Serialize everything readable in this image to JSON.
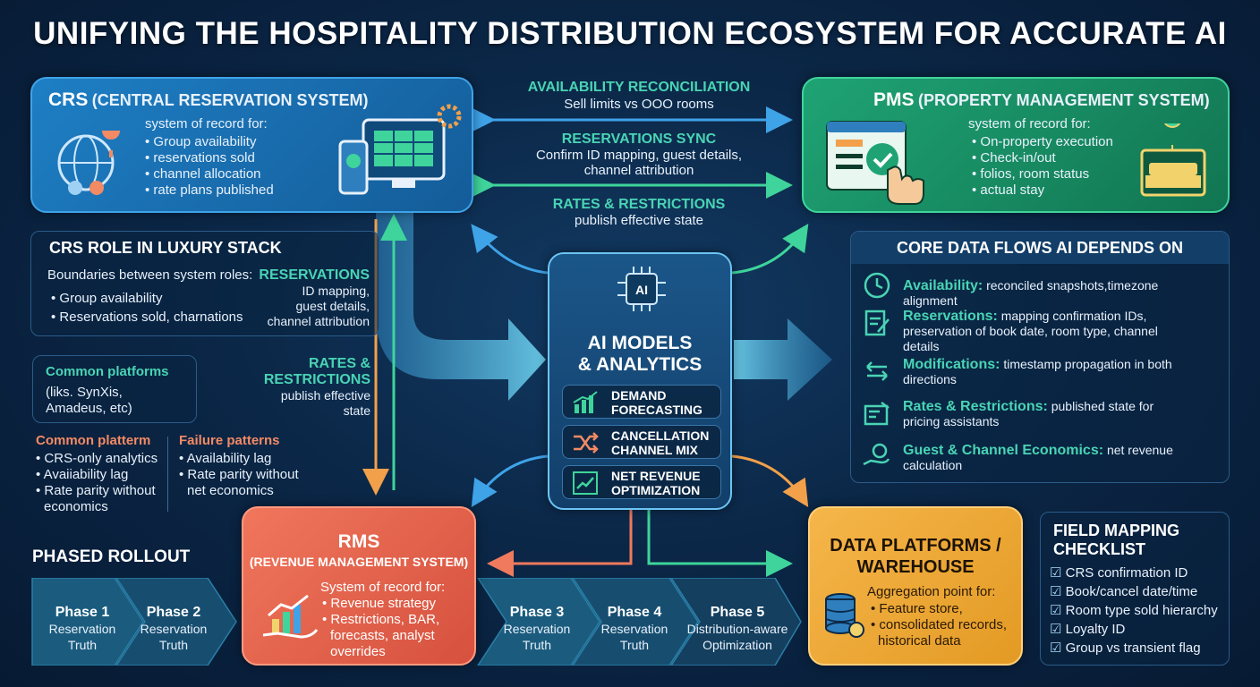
{
  "title": "UNIFYING THE HOSPITALITY DISTRIBUTION ECOSYSTEM FOR ACCURATE AI",
  "colors": {
    "crs": "#1e7fc4",
    "pms": "#1fa374",
    "rms": "#f0765c",
    "warehouse": "#f6b64a",
    "ai": "#1b5689",
    "accent_teal": "#49d4b4"
  },
  "crs": {
    "title": "CRS",
    "subtitle": "(CENTRAL RESERVATION SYSTEM)",
    "record_label": "system of record for:",
    "items": [
      "Group availability",
      "reservations sold",
      "channel allocation",
      "rate plans published"
    ],
    "icons": [
      "globe-icon",
      "map-pin-icon",
      "people-icon",
      "monitor-icon",
      "gear-icon",
      "phone-icon"
    ]
  },
  "pms": {
    "title": "PMS",
    "subtitle": "(PROPERTY MANAGEMENT SYSTEM)",
    "record_label": "system of record for:",
    "items": [
      "On-property execution",
      "Check-in/out",
      "folios, room status",
      "actual stay"
    ],
    "icons": [
      "checklist-window-icon",
      "hand-pointer-icon",
      "hotel-bed-icon"
    ]
  },
  "flows_top": [
    {
      "label": "AVAILABILITY RECONCILIATION",
      "sub": "Sell limits vs OOO rooms"
    },
    {
      "label": "RESERVATIONS SYNC",
      "sub1": "Confirm ID mapping, guest details,",
      "sub2": "channel attribution"
    },
    {
      "label": "RATES & RESTRICTIONS",
      "sub": "publish effective state"
    }
  ],
  "crs_role": {
    "title": "CRS ROLE IN LUXURY STACK",
    "intro": "Boundaries between system roles:",
    "items": [
      "Group availability",
      "Reservations sold, charnations"
    ],
    "res_label": "RESERVATIONS",
    "res_sub": [
      "ID mapping,",
      "guest details,",
      "channel attribution"
    ]
  },
  "side_flow": {
    "label": [
      "RATES &",
      "RESTRICTIONS"
    ],
    "sub": [
      "publish effective",
      "state"
    ]
  },
  "platforms": {
    "title": "Common platforms",
    "text": [
      "(liks. SynXis,",
      "Amadeus, etc)"
    ]
  },
  "common_pattern": {
    "title": "Common platterm",
    "items": [
      "CRS-only analytics",
      "Avaiiability lag",
      "Rate parity without"
    ],
    "cont": "economics"
  },
  "failure": {
    "title": "Failure patterns",
    "items": [
      "Availability lag",
      "Rate parity without"
    ],
    "cont": "net economics"
  },
  "ai": {
    "chip": "AI",
    "title": [
      "AI MODELS",
      "& ANALYTICS"
    ],
    "pills": [
      {
        "line1": "DEMAND",
        "line2": "FORECASTING",
        "icon": "bar-chart-icon"
      },
      {
        "line1": "CANCELLATION",
        "line2": "CHANNEL MIX",
        "icon": "shuffle-icon"
      },
      {
        "line1": "NET REVENUE",
        "line2": "OPTIMIZATION",
        "icon": "trend-line-icon"
      }
    ]
  },
  "core": {
    "title": "CORE DATA FLOWS AI DEPENDS ON",
    "rows": [
      {
        "key": "Availability:",
        "text": "reconciled snapshots,timezone alignment",
        "icon": "clock-icon"
      },
      {
        "key": "Reservations:",
        "text": "mapping confirmation IDs, preservation of book date, room type, channel details",
        "icon": "document-edit-icon"
      },
      {
        "key": "Modifications:",
        "text": "timestamp propagation in both directions",
        "icon": "swap-arrows-icon"
      },
      {
        "key": "Rates & Restrictions:",
        "text": "published state for pricing assistants",
        "icon": "rate-card-icon"
      },
      {
        "key": "Guest & Channel Economics:",
        "text": "net revenue calculation",
        "icon": "hand-coin-icon"
      }
    ]
  },
  "rms": {
    "title": "RMS",
    "subtitle": "(REVENUE MANAGEMENT SYSTEM)",
    "record_label": "System of record for:",
    "items": [
      "Revenue strategy",
      "Restrictions, BAR,"
    ],
    "cont": [
      "forecasts, analyst",
      "overrides"
    ]
  },
  "dwh": {
    "title": [
      "DATA PLATFORMS /",
      "WAREHOUSE"
    ],
    "record_label": "Aggregation point for:",
    "items": [
      "Feature store,",
      "consolidated records,"
    ],
    "cont": "historical data"
  },
  "checklist": {
    "title": [
      "FIELD MAPPING",
      "CHECKLIST"
    ],
    "items": [
      "CRS confirmation ID",
      "Book/cancel date/time",
      "Room type sold hierarchy",
      "Loyalty ID",
      "Group vs transient flag"
    ]
  },
  "rollout": {
    "title": "PHASED ROLLOUT",
    "phases": [
      {
        "name": "Phase 1",
        "l1": "Reservation",
        "l2": "Truth"
      },
      {
        "name": "Phase 2",
        "l1": "Reservation",
        "l2": "Truth"
      },
      {
        "name": "Phase 3",
        "l1": "Reservation",
        "l2": "Truth"
      },
      {
        "name": "Phase 4",
        "l1": "Reservation",
        "l2": "Truth"
      },
      {
        "name": "Phase 5",
        "l1": "Distribution-aware",
        "l2": "Optimization"
      }
    ]
  }
}
